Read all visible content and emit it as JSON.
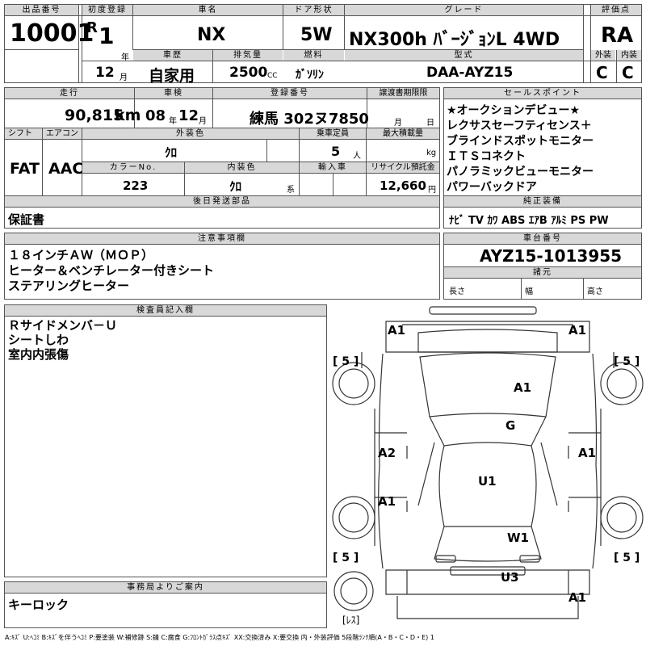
{
  "h": {
    "lot_no": "出品番号",
    "first_reg": "初度登録",
    "car_name": "車名",
    "door": "ドア形状",
    "grade": "グレード",
    "score": "評価点",
    "history": "車歴",
    "displacement": "排気量",
    "fuel": "燃料",
    "model": "型式",
    "exterior": "外装",
    "interior": "内装",
    "mileage": "走行",
    "inspection": "車検",
    "reg_no": "登録番号",
    "transfer_deadline": "譲渡書期限限",
    "sales_points": "セールスポイント",
    "shift": "シフト",
    "aircon": "エアコン",
    "color": "外装色",
    "capacity": "乗車定員",
    "max_load": "最大積載量",
    "color_no": "カラーNo.",
    "interior_color": "内装色",
    "import": "輸入車",
    "recycle": "リサイクル預託金",
    "later_parts": "後日発送部品",
    "genuine": "純正装備",
    "notes": "注意事項欄",
    "chassis": "車台番号",
    "dims": "諸元",
    "length": "長さ",
    "width": "幅",
    "height": "高さ",
    "inspector": "検査員記入欄",
    "office": "事務局よりご案内"
  },
  "v": {
    "lot_no": "10001",
    "era": "R",
    "year": "1",
    "year_unit": "年",
    "month": "12",
    "month_unit": "月",
    "car_name": "NX",
    "door": "5W",
    "grade": "NX300h ﾊﾞｰｼﾞｮﾝL 4WD",
    "score": "RA",
    "history": "自家用",
    "displacement": "2500",
    "cc": "CC",
    "fuel": "ｶﾞｿﾘﾝ",
    "model": "DAA-AYZ15",
    "ext_score": "C",
    "int_score": "C",
    "mileage": "90,815",
    "km": "km",
    "insp_year": "08",
    "insp_year_unit": "年",
    "insp_month": "12",
    "insp_month_unit": "月",
    "reg_no": "練馬 302ヌ7850",
    "td_month": "月",
    "td_day": "日",
    "shift": "FAT",
    "aircon": "AAC",
    "color": "ｸﾛ",
    "capacity": "5",
    "capacity_unit": "人",
    "kg": "kg",
    "color_no": "223",
    "interior_color": "ｸﾛ",
    "kei": "系",
    "recycle": "12,660",
    "yen": "円",
    "later_parts": "保証書",
    "genuine": "ﾅﾋﾞ TV ｶﾜ ABS ｴｱB ｱﾙﾐ PS PW",
    "chassis": "AYZ15-1013955",
    "office": "キーロック"
  },
  "sales_points": [
    "★オークションデビュー★",
    "レクサスセーフティセンス＋",
    "ブラインドスポットモニター",
    "ＩＴＳコネクト",
    "パノラミックビューモニター",
    "パワーバックドア"
  ],
  "notes": [
    "１８インチＡＷ（ＭＯＰ）",
    "ヒーター＆ベンチレーター付きシート",
    "ステアリングヒーター"
  ],
  "inspector": [
    "Ｒサイドメンバ－Ｕ",
    "シートしわ",
    "室内内張傷"
  ],
  "diagram": {
    "a1_tl": "A1",
    "a1_tr": "A1",
    "a1_hood": "A1",
    "g": "G",
    "a2": "A2",
    "a1_r1": "A1",
    "u1": "U1",
    "a1_l2": "A1",
    "w1": "W1",
    "u3": "U3",
    "a1_br": "A1",
    "w5_tl": "[ 5 ]",
    "w5_tr": "[ 5 ]",
    "w5_bl": "[ 5 ]",
    "w5_br": "[ 5 ]",
    "spare": "[ﾚｽ]"
  },
  "legend": "A:ｷｽﾞ U:ﾍｺﾐ B:ｷｽﾞを伴うﾍｺﾐ P:要塗装 W:補修跡 S:錆 C:腐食 G:ﾌﾛﾝﾄｶﾞﾗｽ点ｷｽﾞ XX:交換済み X:要交換 内・外装評価 5段階ﾗﾝｸ順(A・B・C・D・E) 1"
}
